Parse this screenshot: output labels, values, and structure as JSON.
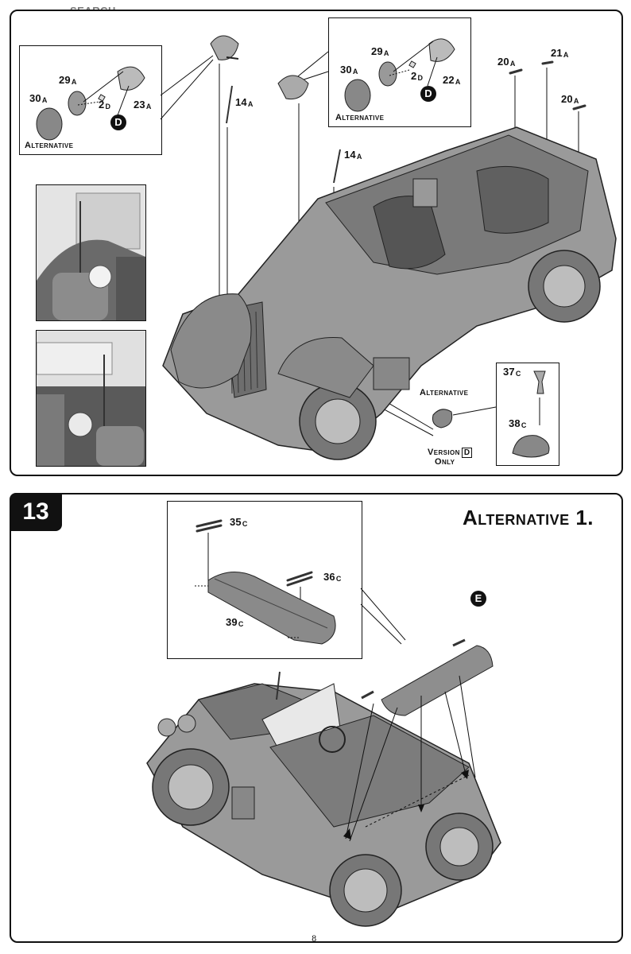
{
  "header": {
    "watermark": "SEARCH"
  },
  "step12": {
    "insets": {
      "left": {
        "p30": "30",
        "p30s": "A",
        "p29": "29",
        "p29s": "A",
        "p2": "2",
        "p2s": "D",
        "p23": "23",
        "p23s": "A",
        "badge": "D",
        "alt": "Alternative"
      },
      "right": {
        "p30": "30",
        "p30s": "A",
        "p29": "29",
        "p29s": "A",
        "p2": "2",
        "p2s": "D",
        "p22": "22",
        "p22s": "A",
        "badge": "D",
        "alt": "Alternative"
      },
      "mirror": {
        "p37": "37",
        "p37s": "C",
        "p38": "38",
        "p38s": "C"
      }
    },
    "labels": {
      "p14a": "14",
      "p14as": "A",
      "p14b": "14",
      "p14bs": "A",
      "p20a": "20",
      "p20as": "A",
      "p21": "21",
      "p21s": "A",
      "p20b": "20",
      "p20bs": "A",
      "alt": "Alternative",
      "version": "Version",
      "version_badge": "D",
      "only": "Only"
    }
  },
  "step13": {
    "number": "13",
    "title": "Alternative 1.",
    "labels": {
      "p35": "35",
      "p35s": "C",
      "p36": "36",
      "p36s": "C",
      "p39": "39",
      "p39s": "C",
      "badge": "E"
    }
  },
  "footer": {
    "page": "8"
  }
}
